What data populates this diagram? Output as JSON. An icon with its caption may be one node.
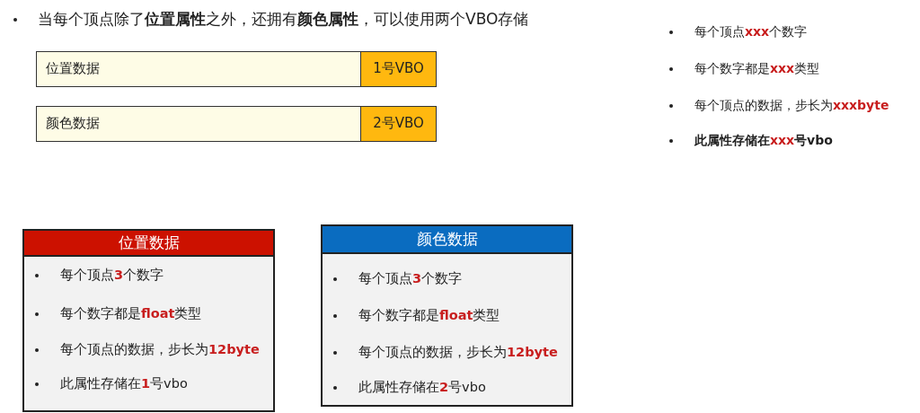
{
  "diagram": {
    "nodes": [
      {
        "text": [
          "位置数据"
        ]
      },
      {
        "text": [
          "1号VBO"
        ]
      },
      {
        "text": [
          "颜色数据"
        ]
      },
      {
        "text": [
          "2号VBO"
        ]
      },
      {
        "text": [
          "位置数据",
          "每个顶点**3**个数字",
          "每个数字都是**float**类型",
          "每个顶点的数据，步长为**12byte**",
          "此属性存储在**1**号vbo"
        ]
      },
      {
        "text": [
          "颜色数据",
          "每个顶点**3**个数字",
          "每个数字都是**float**类型",
          "每个顶点的数据，步长为**12byte**",
          "此属性存储在**2**号vbo"
        ]
      }
    ],
    "labels": [
      "当每个顶点除了**位置属性**之外，还拥有**颜色属性**，可以使用两个VBO存储",
      "每个顶点**xxx**个数字",
      "每个数字都是**xxx**类型",
      "每个顶点的数据，步长为**xxxbyte**",
      "此属性存储在**xxx**号vbo"
    ]
  }
}
